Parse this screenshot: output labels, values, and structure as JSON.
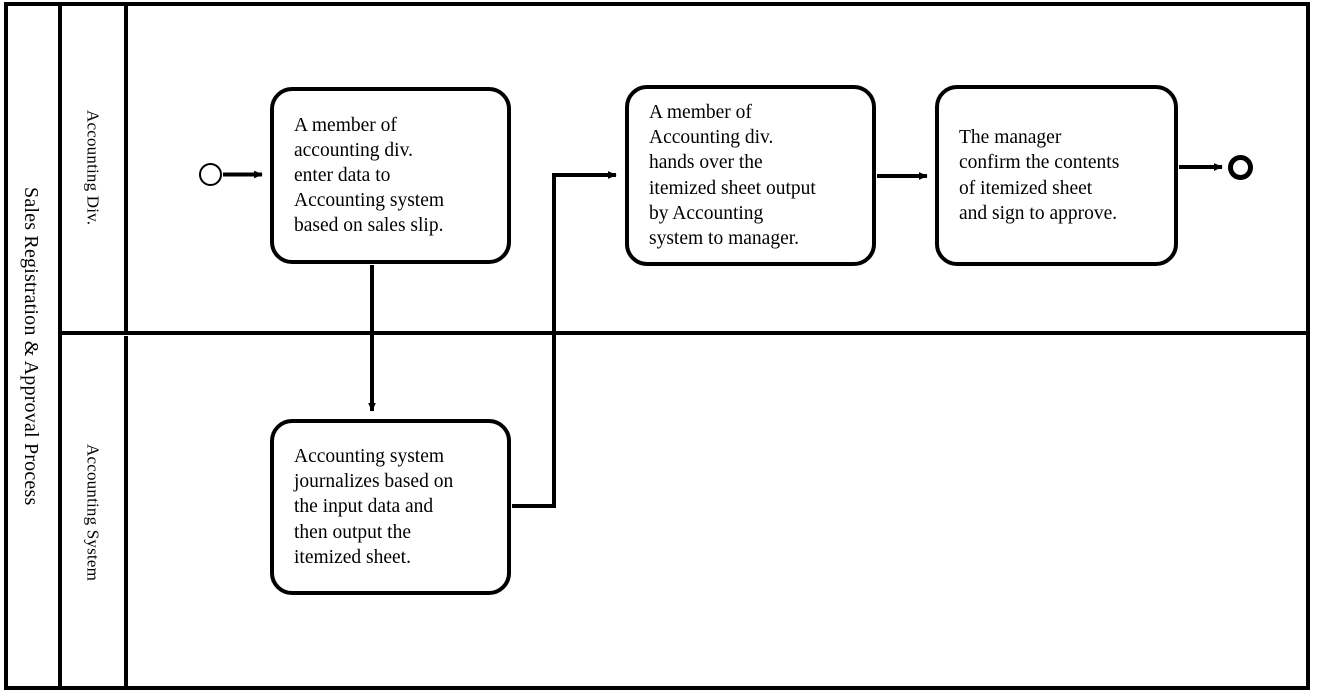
{
  "pool": {
    "title": "Sales Registration & Approval Process"
  },
  "lanes": [
    {
      "id": "accounting-div",
      "label": "Accounting Div."
    },
    {
      "id": "accounting-system",
      "label": "Accounting System"
    }
  ],
  "events": [
    {
      "id": "start",
      "type": "start-event",
      "lane": "accounting-div"
    },
    {
      "id": "end",
      "type": "end-event",
      "lane": "accounting-div"
    }
  ],
  "tasks": [
    {
      "id": "enter-data",
      "lane": "accounting-div",
      "text": "A member of\naccounting div.\nenter data to\nAccounting system\nbased on sales slip."
    },
    {
      "id": "hand-over",
      "lane": "accounting-div",
      "text": "A member of\nAccounting div.\nhands over the\nitemized sheet output\nby Accounting\nsystem to manager."
    },
    {
      "id": "approve",
      "lane": "accounting-div",
      "text": "The manager\nconfirm the contents\nof itemized sheet\nand sign to approve."
    },
    {
      "id": "journalize",
      "lane": "accounting-system",
      "text": "Accounting system\njournalizes based on\nthe input data and\nthen output the\nitemized sheet."
    }
  ],
  "flows": [
    {
      "id": "start-to-enter-data",
      "from": "start",
      "to": "enter-data"
    },
    {
      "id": "enter-data-to-journalize",
      "from": "enter-data",
      "to": "journalize"
    },
    {
      "id": "journalize-to-hand-over",
      "from": "journalize",
      "to": "hand-over"
    },
    {
      "id": "hand-over-to-approve",
      "from": "hand-over",
      "to": "approve"
    },
    {
      "id": "approve-to-end",
      "from": "approve",
      "to": "end"
    }
  ],
  "colors": {
    "stroke": "#000000",
    "fill": "#ffffff"
  }
}
